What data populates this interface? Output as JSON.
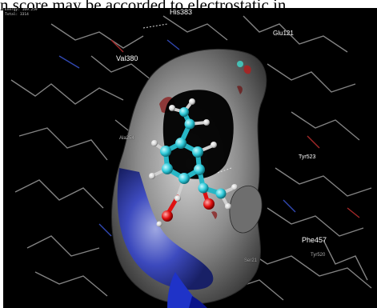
{
  "caption": "n score may be accorded to electrostatic in",
  "hud": {
    "line1": "Energy: 169.259",
    "line2": "Total: 3314"
  },
  "residues": {
    "his": "His383",
    "glu": "Glu121",
    "val": "Val380",
    "ala": "Ala254",
    "tyr": "Tyr523",
    "phe": "Phe457",
    "tyr2": "Tyr520",
    "ser": "Ser21"
  },
  "colors": {
    "background": "#000000",
    "surface_gray": "#8a8a8a",
    "surface_blue": "#2f3fb5",
    "surface_red": "#9a2a2a",
    "carbon": "#2ec8d8",
    "oxygen": "#e01010",
    "hydrogen": "#e8e8e8",
    "stick": "#9a9a9a"
  }
}
